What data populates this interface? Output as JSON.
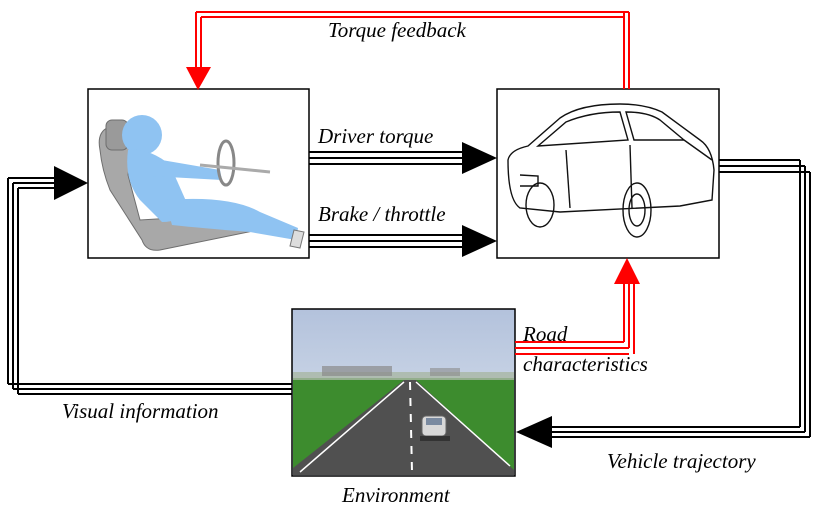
{
  "labels": {
    "torque_feedback": "Torque feedback",
    "driver_torque": "Driver torque",
    "brake_throttle": "Brake / throttle",
    "road_line1": "Road",
    "road_line2": "characteristics",
    "visual_information": "Visual information",
    "vehicle_trajectory": "Vehicle trajectory",
    "environment": "Environment"
  },
  "colors": {
    "feedback_arrow": "#ff0000",
    "signal_arrow": "#000000",
    "driver_figure": "#8fc3f2",
    "seat": "#a8a8a8",
    "sky": "#c9d6e8",
    "grass": "#3d8c2e",
    "road": "#505050"
  },
  "icons": {
    "driver": "driver-in-seat-icon",
    "vehicle": "car-sketch-icon",
    "environment": "road-scene-icon"
  }
}
